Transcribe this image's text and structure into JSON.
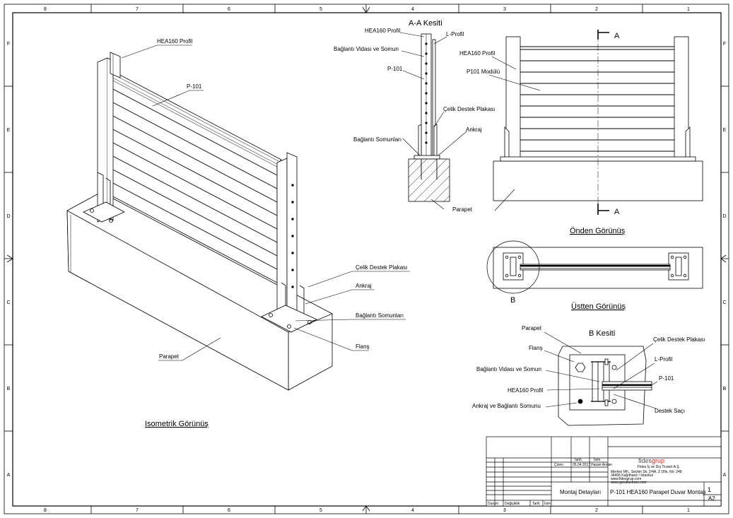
{
  "zones": {
    "columns": [
      "8",
      "7",
      "6",
      "5",
      "4",
      "3",
      "2",
      "1"
    ],
    "rows": [
      "F",
      "E",
      "D",
      "C",
      "B",
      "A"
    ]
  },
  "views": {
    "section_aa": "A-A Kesiti",
    "front": "Önden Görünüş",
    "top": "Üstten Görünüş",
    "isometric": "Isometrik Görünüş",
    "section_b": "B Kesiti"
  },
  "labels": {
    "iso": {
      "hea160": "HEA160 Profil",
      "p101": "P-101",
      "steel_plate": "Çelik Destek Plakası",
      "anchor": "Ankraj",
      "nuts": "Bağlantı Somunları",
      "flange": "Flanş",
      "parapet": "Parapet"
    },
    "section": {
      "hea160": "HEA160 Profil",
      "l_profile": "L-Profil",
      "bolt_nut": "Bağlantı Vidası ve Somun",
      "p101": "P-101",
      "steel_plate": "Çelik Destek Plakası",
      "anchor": "Ankraj",
      "nuts": "Bağlantı Somunları",
      "parapet": "Parapet"
    },
    "front": {
      "hea160": "HEA160 Profil",
      "module": "P101 Modülü",
      "cut_top": "A",
      "cut_bottom": "A"
    },
    "top": {
      "detail": "B"
    },
    "detail_b": {
      "parapet": "Parapet",
      "flange": "Flanş",
      "bolt_nut": "Bağlantı Vidası ve Somun",
      "hea160": "HEA160 Profil",
      "anchor_nut": "Ankraj ve Bağlantı Somunu",
      "steel_plate": "Çelik Destek Plakası",
      "l_profile": "L-Profil",
      "p101": "P-101",
      "support_sheet": "Destek Saçı"
    }
  },
  "title_block": {
    "col_date": "Tarih",
    "col_name": "İsim",
    "row_drawn": "Çizen",
    "date": "05.04.2017",
    "author": "Hasan Arslan",
    "company_prefix": "fides",
    "company_suffix": "grup",
    "company_name": "Fides İç ve Dış Ticaret A.Ş.",
    "address_1": "Merkez Mh., Seçkin Sk. 2/4A, Z Ofis, No: 248",
    "address_2": "34406 Kağıthane / İstanbul",
    "web_1": "www.fidesgrup.com",
    "web_2": "www.gurultuekran.com",
    "part_name": "Montaj Detayları",
    "drawing_title": "P-101 HEA160 Parapet Duvar Montajı",
    "sheet_number": "1",
    "sheet_size": "A2",
    "foot_rev": "Durum",
    "foot_change": "Değişiklik",
    "foot_date": "Tarih",
    "foot_name": "İsim",
    "brand_color": "#e2231a"
  }
}
